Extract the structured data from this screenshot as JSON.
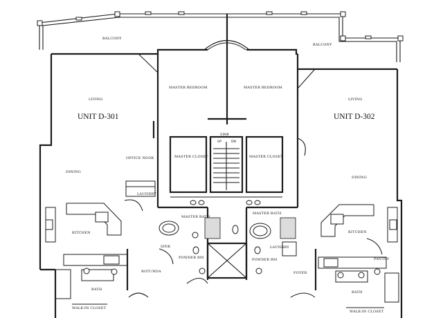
{
  "plan": {
    "units": [
      "UNIT D-301",
      "UNIT D-302"
    ],
    "rooms": {
      "balcony_left": "BALCONY",
      "balcony_right": "BALCONY",
      "living_left": "LIVING",
      "living_right": "LIVING",
      "master_bedroom_left": "MASTER BEDROOM",
      "master_bedroom_right": "MASTER BEDROOM",
      "office_nook": "OFFICE NOOK",
      "dining_left": "DINING",
      "dining_right": "DINING",
      "master_closet_left": "MASTER CLOSET",
      "master_closet_right": "MASTER CLOSET",
      "laundry_left": "LAUNDRY",
      "laundry_right": "LAUNDRY",
      "kitchen_left": "KITCHEN",
      "kitchen_right": "KITCHEN",
      "master_bath_left": "MASTER BATH",
      "master_bath_right": "MASTER BATH",
      "powder_left": "POWDER RM",
      "powder_right": "POWDER RM",
      "sink": "SINK",
      "rotunda": "ROTUNDA",
      "foyer": "FOYER",
      "pantry": "PANTRY",
      "bath_left": "BATH",
      "bath_right": "BATH",
      "walkin_left": "WALK-IN CLOSET",
      "walkin_right": "WALK-IN CLOSET"
    },
    "stair": {
      "label": "STAIR",
      "up": "UP",
      "dn": "DN"
    }
  }
}
